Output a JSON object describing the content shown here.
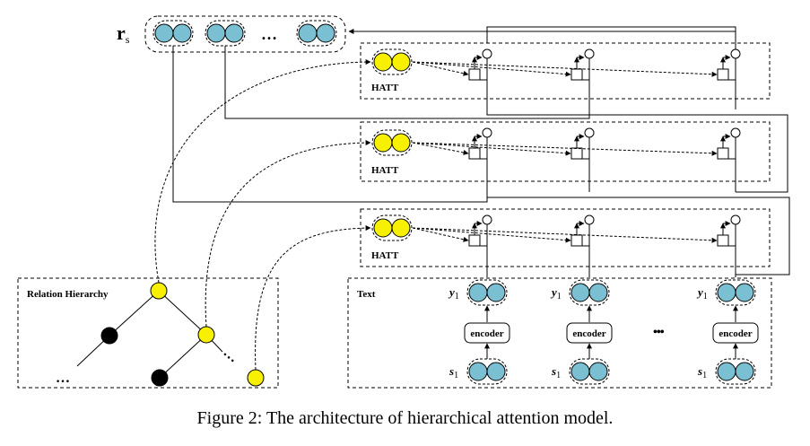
{
  "rs_label": {
    "main": "r",
    "sub": "s"
  },
  "ellipsis": "…",
  "enc_dots": "•••",
  "hatt_label": "HATT",
  "relation_hierarchy_label": "Relation Hierarchy",
  "text_label": "Text",
  "encoder_label": "encoder",
  "y_label": {
    "main": "y",
    "sub": "1"
  },
  "s_label": {
    "main": "s",
    "sub": "1"
  },
  "caption": "Figure 2: The architecture of hierarchical attention model.",
  "colors": {
    "teal": "#7bbfd3",
    "yellow": "#f7f000",
    "black": "#000000"
  }
}
